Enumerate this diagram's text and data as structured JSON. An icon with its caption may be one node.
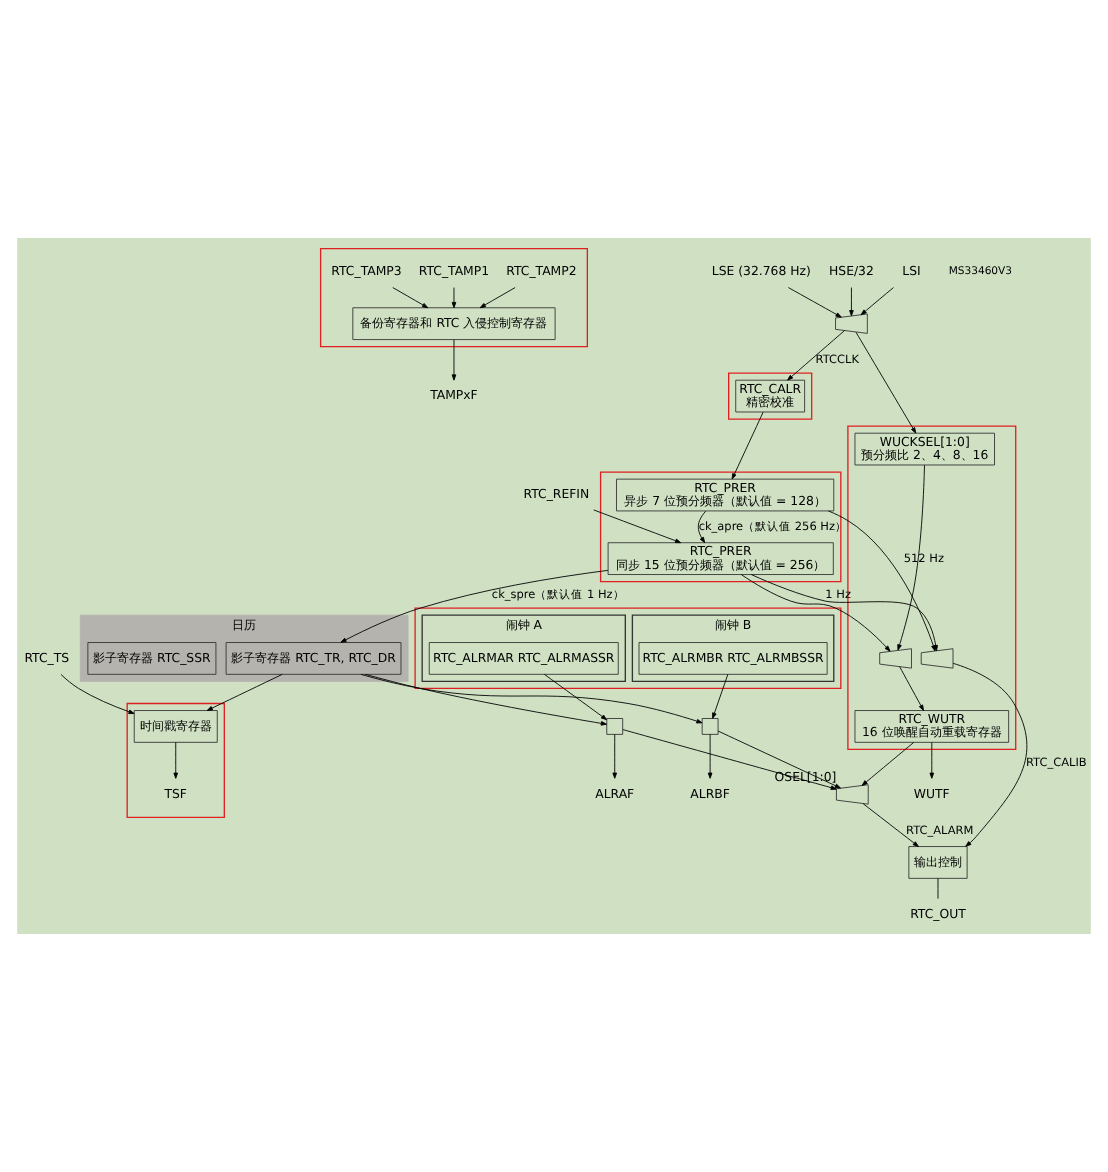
{
  "diagram": {
    "nodes": [
      {
        "text": [],
        "shape": "box"
      },
      {
        "text": [
          "RTC_TAMP2"
        ],
        "in": 0
      },
      {
        "text": [
          "RTC_TAMP1"
        ],
        "in": 0
      },
      {
        "text": [
          "RTC_TAMP3"
        ],
        "in": 0
      },
      {
        "text": [
          "备份寄存器和 RTC 入侵控制寄存器"
        ],
        "in": 0
      },
      {
        "text": [
          "TAMPxF"
        ]
      },
      {
        "text": [
          "RTC_TS"
        ]
      },
      {
        "text": [
          "RTC_REFIN"
        ]
      },
      {
        "text": [],
        "shape": "box"
      },
      {
        "text": [
          "时间戳寄存器"
        ],
        "in": 8
      },
      {
        "text": [
          "TSF"
        ],
        "in": 8
      },
      {
        "text": [
          "LSE (32.768 Hz)"
        ]
      },
      {
        "text": [
          "HSE/32"
        ]
      },
      {
        "text": [
          "LSI"
        ]
      },
      {
        "text": [],
        "shape": "trapezoid"
      },
      {
        "text": [],
        "shape": "box"
      },
      {
        "text": [
          "RTC_CALR",
          "精密校准"
        ],
        "in": 15
      },
      {
        "text": [],
        "shape": "box"
      },
      {
        "text": [
          "RTC_PRER",
          "异步 7 位预分频器（默认值 = 128）"
        ],
        "in": 17
      },
      {
        "text": [
          "RTC_PRER",
          "同步 15 位预分频器（默认值 = 256）"
        ],
        "in": 17
      },
      {
        "text": [
          "日历"
        ]
      },
      {
        "text": [
          "影子寄存器 RTC_SSR"
        ],
        "in": 20
      },
      {
        "text": [
          "影子寄存器 RTC_TR, RTC_DR"
        ],
        "in": 20
      },
      {
        "text": [],
        "shape": "box"
      },
      {
        "text": [
          "WUCKSEL[1:0]",
          "预分频比 2、4、8、16"
        ],
        "in": 23
      },
      {
        "text": [],
        "shape": "trapezoid",
        "in": 23
      },
      {
        "text": [
          "RTC_WUTR",
          "16 位唤醒自动重载寄存器"
        ],
        "in": 23
      },
      {
        "text": [],
        "shape": "trapezoid",
        "in": 23
      },
      {
        "text": [
          "输出控制"
        ]
      },
      {
        "text": [
          "RTC_OUT"
        ]
      },
      {
        "text": [],
        "shape": "trapezoid",
        "beside": [
          "OSEL[1:0]"
        ]
      },
      {
        "text": [],
        "shape": "box"
      },
      {
        "text": [
          "闹钟 A"
        ],
        "in": 31
      },
      {
        "text": [
          "RTC_ALRMAR RTC_ALRMASSR"
        ],
        "in": 32
      },
      {
        "text": [
          "闹钟 B"
        ],
        "in": 31
      },
      {
        "text": [
          "RTC_ALRMBR RTC_ALRMBSSR"
        ],
        "in": 34
      },
      {
        "text": [],
        "shape": "box"
      },
      {
        "text": [],
        "shape": "box"
      },
      {
        "text": [
          "ALRAF"
        ]
      },
      {
        "text": [
          "ALRBF"
        ]
      },
      {
        "text": [
          "WUTF"
        ]
      }
    ],
    "edges": [
      {
        "from": 1,
        "to": 4,
        "arrow": "to"
      },
      {
        "from": 2,
        "to": 4,
        "arrow": "to"
      },
      {
        "from": 3,
        "to": 4,
        "arrow": "to"
      },
      {
        "from": 4,
        "to": 5,
        "arrow": "to"
      },
      {
        "from": 6,
        "to": 9,
        "arrow": "to"
      },
      {
        "from": 7,
        "to": 19,
        "arrow": "to"
      },
      {
        "from": 22,
        "to": 9,
        "arrow": "to"
      },
      {
        "from": 9,
        "to": 10,
        "arrow": "to"
      },
      {
        "from": 11,
        "to": 14,
        "arrow": "to"
      },
      {
        "from": 12,
        "to": 14,
        "arrow": "to"
      },
      {
        "from": 13,
        "to": 14,
        "arrow": "to"
      },
      {
        "from": 14,
        "to": 16,
        "label": "RTCCLK",
        "arrow": "to"
      },
      {
        "from": 14,
        "to": 24,
        "arrow": "to"
      },
      {
        "from": 16,
        "to": 18,
        "arrow": "to"
      },
      {
        "from": 18,
        "to": 19,
        "label": "ck_apre（默认值 256 Hz）",
        "arrow": "to"
      },
      {
        "from": 19,
        "to": 22,
        "label": "ck_spre（默认值 1 Hz）",
        "arrow": "to"
      },
      {
        "from": 19,
        "to": 27,
        "label": "1 Hz",
        "arrow": "to"
      },
      {
        "from": 18,
        "to": 27,
        "label": "512 Hz",
        "arrow": "to"
      },
      {
        "from": 19,
        "to": 25,
        "arrow": "to"
      },
      {
        "from": 24,
        "to": 25,
        "arrow": "to"
      },
      {
        "from": 25,
        "to": 26,
        "arrow": "to"
      },
      {
        "from": 27,
        "to": 28,
        "label": "RTC_CALIB",
        "arrow": "to"
      },
      {
        "from": 26,
        "to": 40,
        "arrow": "to"
      },
      {
        "from": 26,
        "to": 30,
        "arrow": "to"
      },
      {
        "from": 30,
        "to": 28,
        "label": "RTC_ALARM",
        "arrow": "to"
      },
      {
        "from": 28,
        "to": 29,
        "arrow": "none"
      },
      {
        "from": 22,
        "to": 36,
        "arrow": "to"
      },
      {
        "from": 33,
        "to": 36,
        "arrow": "to"
      },
      {
        "from": 36,
        "to": 38,
        "arrow": "to"
      },
      {
        "from": 36,
        "to": 30,
        "arrow": "to"
      },
      {
        "from": 22,
        "to": 37,
        "arrow": "to"
      },
      {
        "from": 35,
        "to": 37,
        "arrow": "to"
      },
      {
        "from": 37,
        "to": 39,
        "arrow": "to"
      },
      {
        "from": 37,
        "to": 30,
        "arrow": "to"
      }
    ],
    "labels": [
      "MS33460V3"
    ]
  }
}
